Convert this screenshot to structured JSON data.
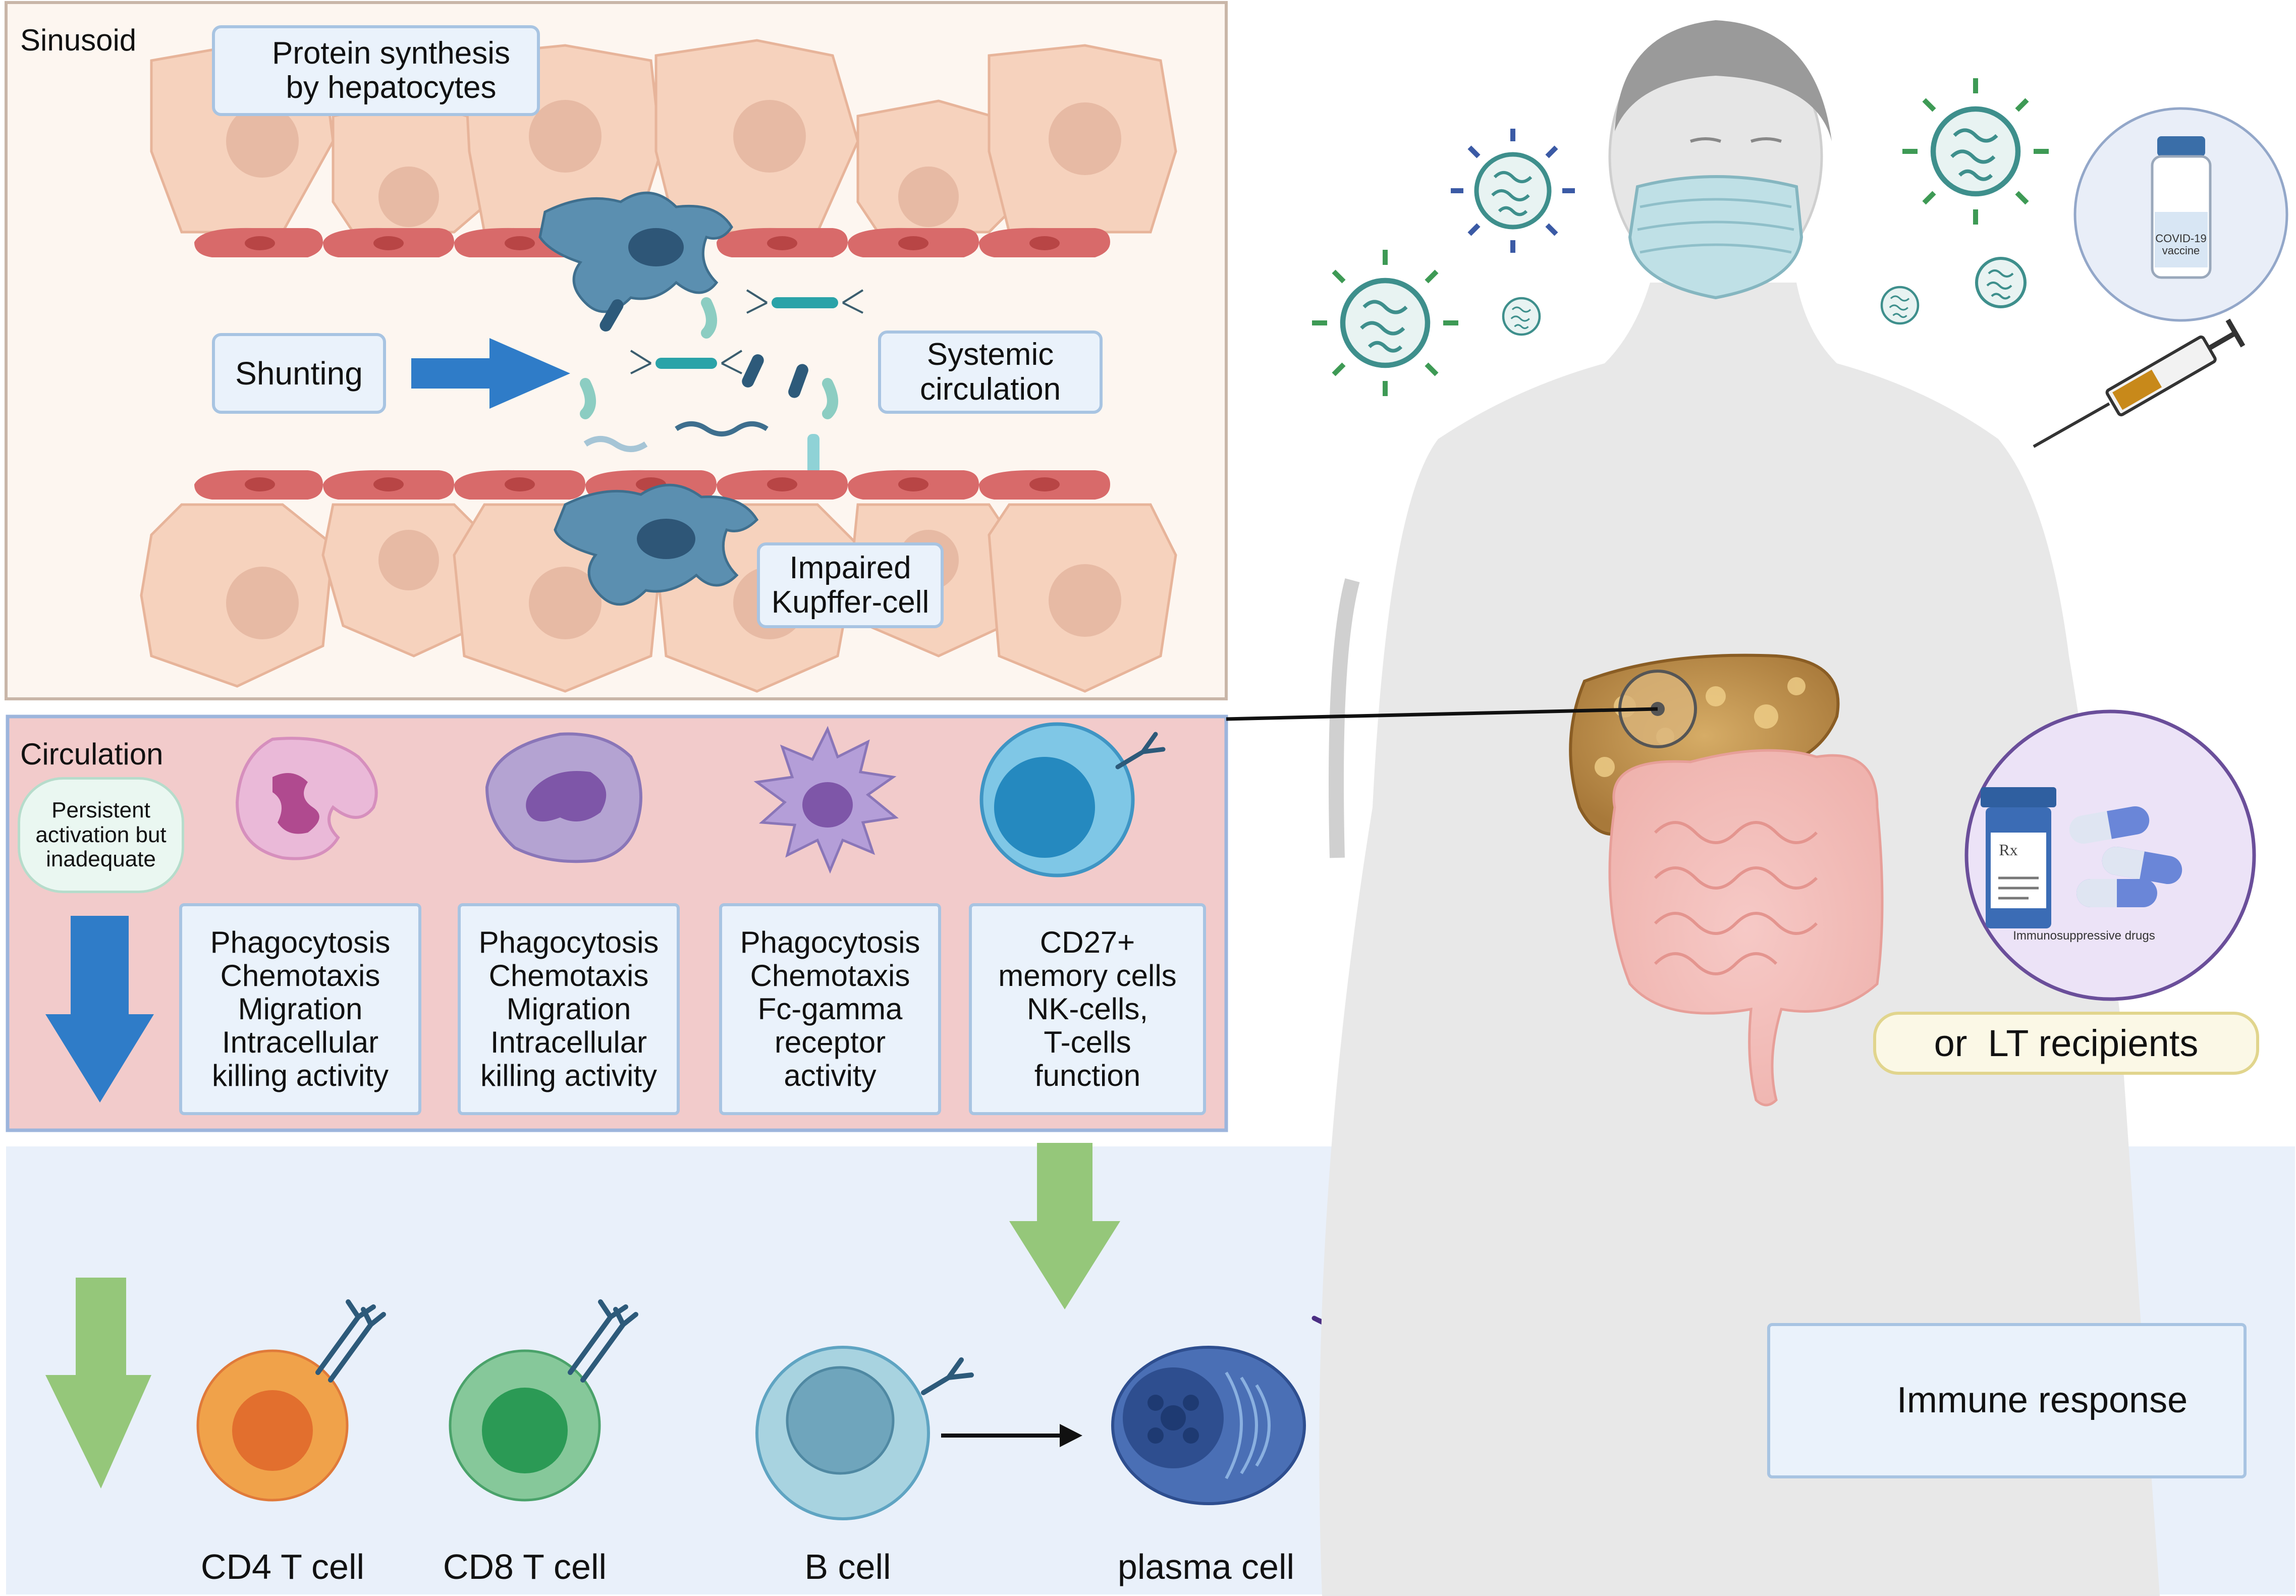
{
  "panels": {
    "sinusoid": {
      "title": "Sinusoid"
    },
    "circulation": {
      "title": "Circulation"
    },
    "adaptive": {
      "title": ""
    }
  },
  "labels": {
    "protein_synthesis": [
      "Protein synthesis",
      "by hepatocytes"
    ],
    "shunting": "Shunting",
    "systemic_circulation": [
      "Systemic",
      "circulation"
    ],
    "impaired_kupffer": [
      "Impaired",
      "Kupffer-cell"
    ],
    "persistent_activation": [
      "Persistent",
      "activation but",
      "inadequate"
    ],
    "lt_recipients": "or  LT recipients",
    "immune_response": "Immune response"
  },
  "circulation_cells": [
    {
      "name": "neutrophil",
      "functions": [
        "Phagocytosis",
        "Chemotaxis",
        "Migration",
        "Intracellular",
        "killing activity"
      ]
    },
    {
      "name": "monocyte",
      "functions": [
        "Phagocytosis",
        "Chemotaxis",
        "Migration",
        "Intracellular",
        "killing activity"
      ]
    },
    {
      "name": "dendritic-cell",
      "functions": [
        "Phagocytosis",
        "Chemotaxis",
        "Fc-gamma",
        "receptor",
        "activity"
      ]
    },
    {
      "name": "lymphocyte",
      "functions": [
        "CD27+",
        "memory cells",
        "NK-cells,",
        "T-cells",
        "function"
      ]
    }
  ],
  "adaptive_cells": [
    {
      "label": "CD4 T cell",
      "color": "#f0a24a"
    },
    {
      "label": "CD8 T cell",
      "color": "#86c89a"
    },
    {
      "label": "B cell",
      "color": "#a8d3e0"
    },
    {
      "label": "plasma cell",
      "color": "#4a6fb5"
    }
  ],
  "vaccine_vial": {
    "line1": "COVID-19",
    "line2": "vaccine"
  },
  "drug_panel": {
    "caption": "Immunosuppressive drugs",
    "rx": "Rx"
  },
  "colors": {
    "sinusoid_bg": "#fdf6f0",
    "sinusoid_border": "#c9b6a8",
    "circulation_bg": "#f2cbcb",
    "circulation_border": "#9db5dc",
    "adaptive_bg": "#e9f0fa",
    "hepatocyte": "#f6d2bd",
    "endothelium": "#d86a6a",
    "kupffer": "#5b8fb0",
    "blue_arrow": "#2f7cc8",
    "green_arrow": "#95c77a",
    "antibody": "#4b2e83"
  },
  "icons": [
    "down-arrow-icon",
    "virus-icon",
    "syringe-icon",
    "vaccine-vial-icon",
    "pill-bottle-icon",
    "antibody-icon",
    "bacteria-icon",
    "face-mask-icon"
  ]
}
